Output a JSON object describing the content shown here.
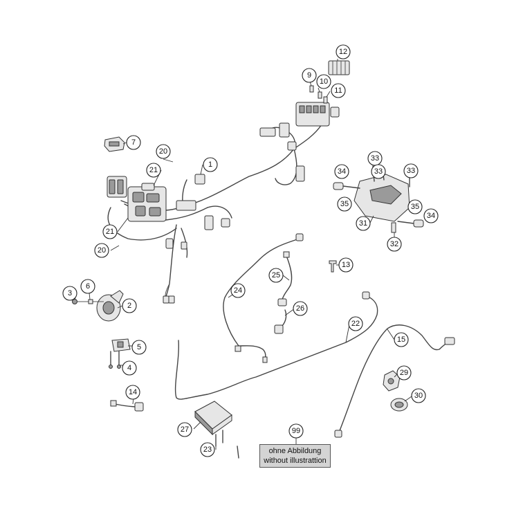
{
  "callouts": [
    "1",
    "2",
    "3",
    "4",
    "5",
    "6",
    "7",
    "9",
    "10",
    "11",
    "12",
    "13",
    "14",
    "15",
    "20",
    "20",
    "21",
    "21",
    "22",
    "23",
    "24",
    "25",
    "26",
    "27",
    "29",
    "30",
    "31",
    "32",
    "33",
    "33",
    "33",
    "34",
    "34",
    "35",
    "35",
    "99"
  ],
  "note": {
    "line1": "ohne Abbildung",
    "line2": "without illustrattion"
  }
}
